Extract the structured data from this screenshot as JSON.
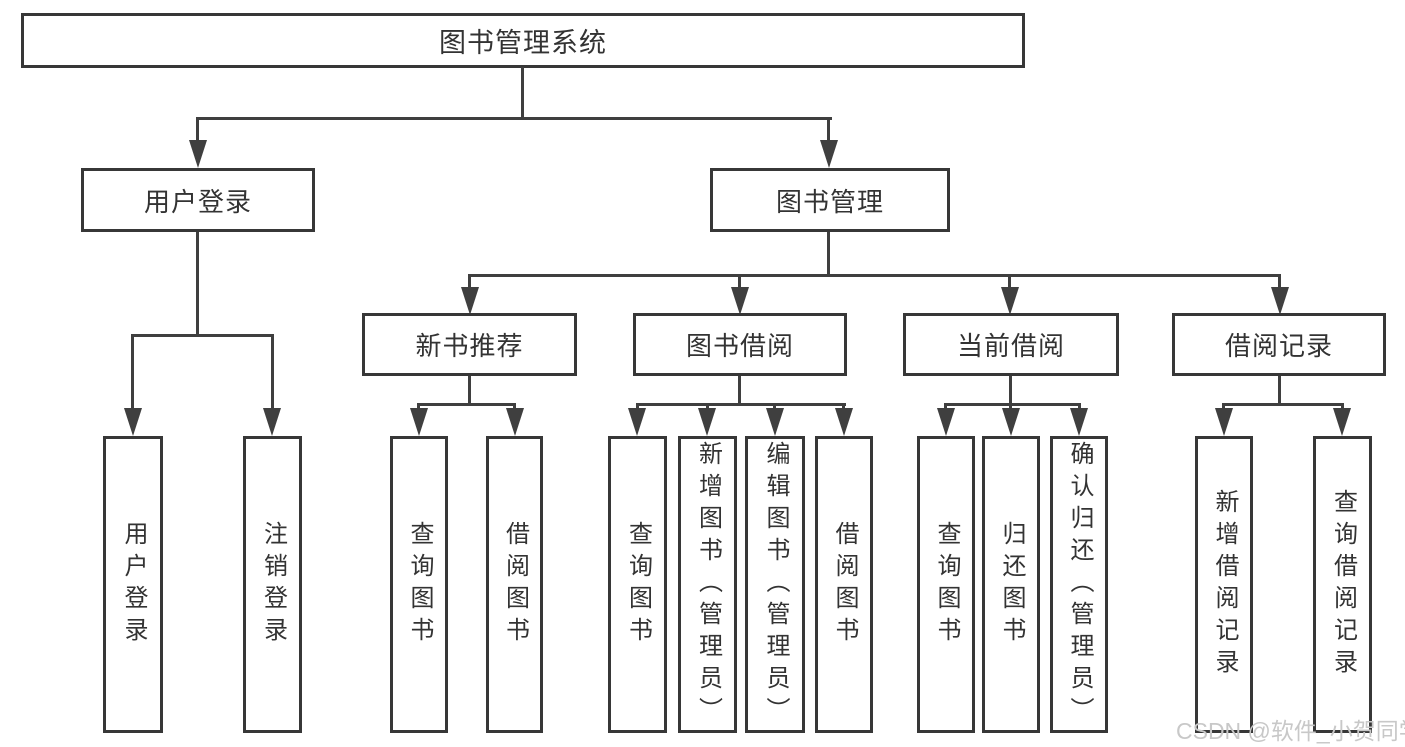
{
  "diagram": {
    "title": "图书管理系统",
    "root": {
      "id": "library-management-system",
      "label": "图书管理系统"
    },
    "level2": [
      {
        "id": "user-login",
        "label": "用户登录"
      },
      {
        "id": "book-management",
        "label": "图书管理"
      }
    ],
    "level3": [
      {
        "id": "new-book-recommendation",
        "label": "新书推荐",
        "parent": "book-management"
      },
      {
        "id": "book-borrowing",
        "label": "图书借阅",
        "parent": "book-management"
      },
      {
        "id": "current-borrowing",
        "label": "当前借阅",
        "parent": "book-management"
      },
      {
        "id": "borrowing-records",
        "label": "借阅记录",
        "parent": "book-management"
      }
    ],
    "leaves": [
      {
        "id": "user-login-action",
        "label": "用户登录",
        "parent": "user-login"
      },
      {
        "id": "logout-action",
        "label": "注销登录",
        "parent": "user-login"
      },
      {
        "id": "query-books-recommend",
        "label": "查询图书",
        "parent": "new-book-recommendation"
      },
      {
        "id": "borrow-books-recommend",
        "label": "借阅图书",
        "parent": "new-book-recommendation"
      },
      {
        "id": "query-books-borrowing",
        "label": "查询图书",
        "parent": "book-borrowing"
      },
      {
        "id": "add-books-admin",
        "label": "新增图书（管理员）",
        "parent": "book-borrowing"
      },
      {
        "id": "edit-books-admin",
        "label": "编辑图书（管理员）",
        "parent": "book-borrowing"
      },
      {
        "id": "borrow-books-borrowing",
        "label": "借阅图书",
        "parent": "book-borrowing"
      },
      {
        "id": "query-books-current",
        "label": "查询图书",
        "parent": "current-borrowing"
      },
      {
        "id": "return-books",
        "label": "归还图书",
        "parent": "current-borrowing"
      },
      {
        "id": "confirm-return-admin",
        "label": "确认归还（管理员）",
        "parent": "current-borrowing"
      },
      {
        "id": "add-borrow-record",
        "label": "新增借阅记录",
        "parent": "borrowing-records"
      },
      {
        "id": "query-borrow-record",
        "label": "查询借阅记录",
        "parent": "borrowing-records"
      }
    ]
  },
  "watermark": {
    "text": "CSDN @软件_小贺同学"
  },
  "colors": {
    "background": "#ffffff",
    "box_border": "#373737",
    "connector_line": "#3f3f3f",
    "text": "#333333",
    "watermark_text": "#c8c8c8"
  }
}
